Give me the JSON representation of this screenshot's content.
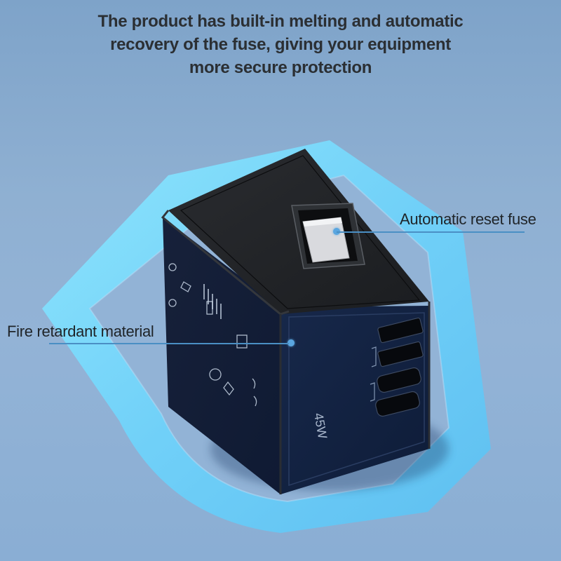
{
  "headline": {
    "lines": [
      "The product has built-in melting and automatic",
      "recovery of the fuse, giving your equipment",
      "more secure protection"
    ]
  },
  "callouts": {
    "fuse": {
      "label": "Automatic reset fuse"
    },
    "material": {
      "label": "Fire retardant material"
    }
  },
  "product": {
    "wattage_label": "45W",
    "ports": [
      "usb-a",
      "usb-a",
      "usb-c",
      "usb-c"
    ]
  },
  "colors": {
    "background": "#8fb0d2",
    "shield_glow": "#7fe3ff",
    "device_body": "#1f2124",
    "device_side": "#15233f",
    "leader_line": "#4a8fc4",
    "text": "#2b2f33"
  }
}
